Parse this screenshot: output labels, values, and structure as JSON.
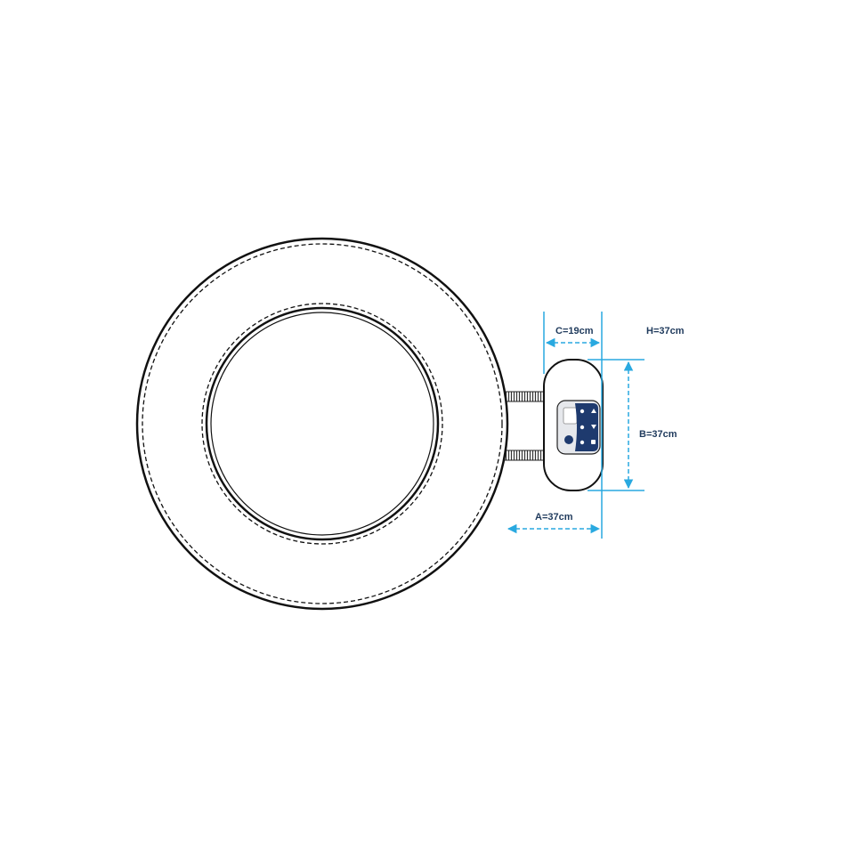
{
  "dimensions": {
    "c": "C=19cm",
    "h": "H=37cm",
    "b": "B=37cm",
    "a": "A=37cm"
  },
  "colors": {
    "outline": "#111111",
    "dimension": "#29a9e0",
    "dimension_text": "#1f3a5c",
    "panel": "#1e3a6e"
  },
  "icons": [
    "pump-icon",
    "heater-icon",
    "bubbles-icon",
    "up-arrow-icon",
    "down-arrow-icon",
    "settings-icon"
  ]
}
